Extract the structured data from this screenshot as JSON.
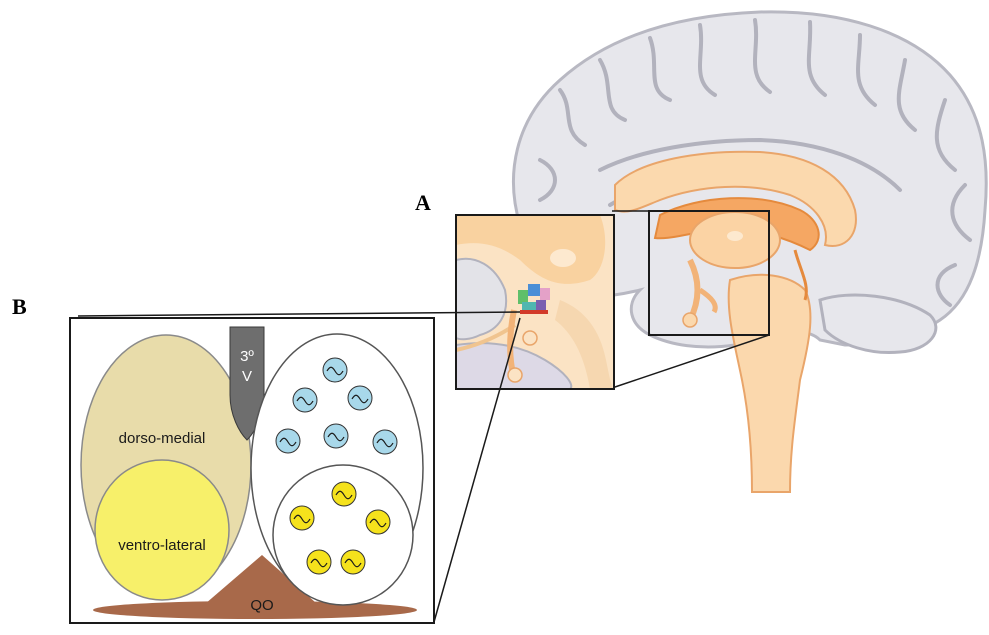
{
  "panels": {
    "a_letter": "A",
    "b_letter": "B"
  },
  "labels": {
    "third_ventricle_top": "3º",
    "third_ventricle_bottom": "V",
    "dorso_medial": "dorso-medial",
    "ventro_lateral": "ventro-lateral",
    "optic_chiasm": "QO"
  },
  "colors": {
    "dorso_medial": "#e8dcaa",
    "ventro_lateral": "#f7f06a",
    "third_ventricle": "#6e6e6e",
    "optic_chiasm": "#a8694a",
    "blue_neurons": "#a8d8ea",
    "yellow_neurons": "#f5e21c",
    "brain_cortex": "#e6e6ea",
    "brain_gyri_outline": "#a9a9b3",
    "brain_corpus": "#f9c98e",
    "brain_deep": "#f5a35a",
    "brainstem": "#fbd8ad"
  }
}
